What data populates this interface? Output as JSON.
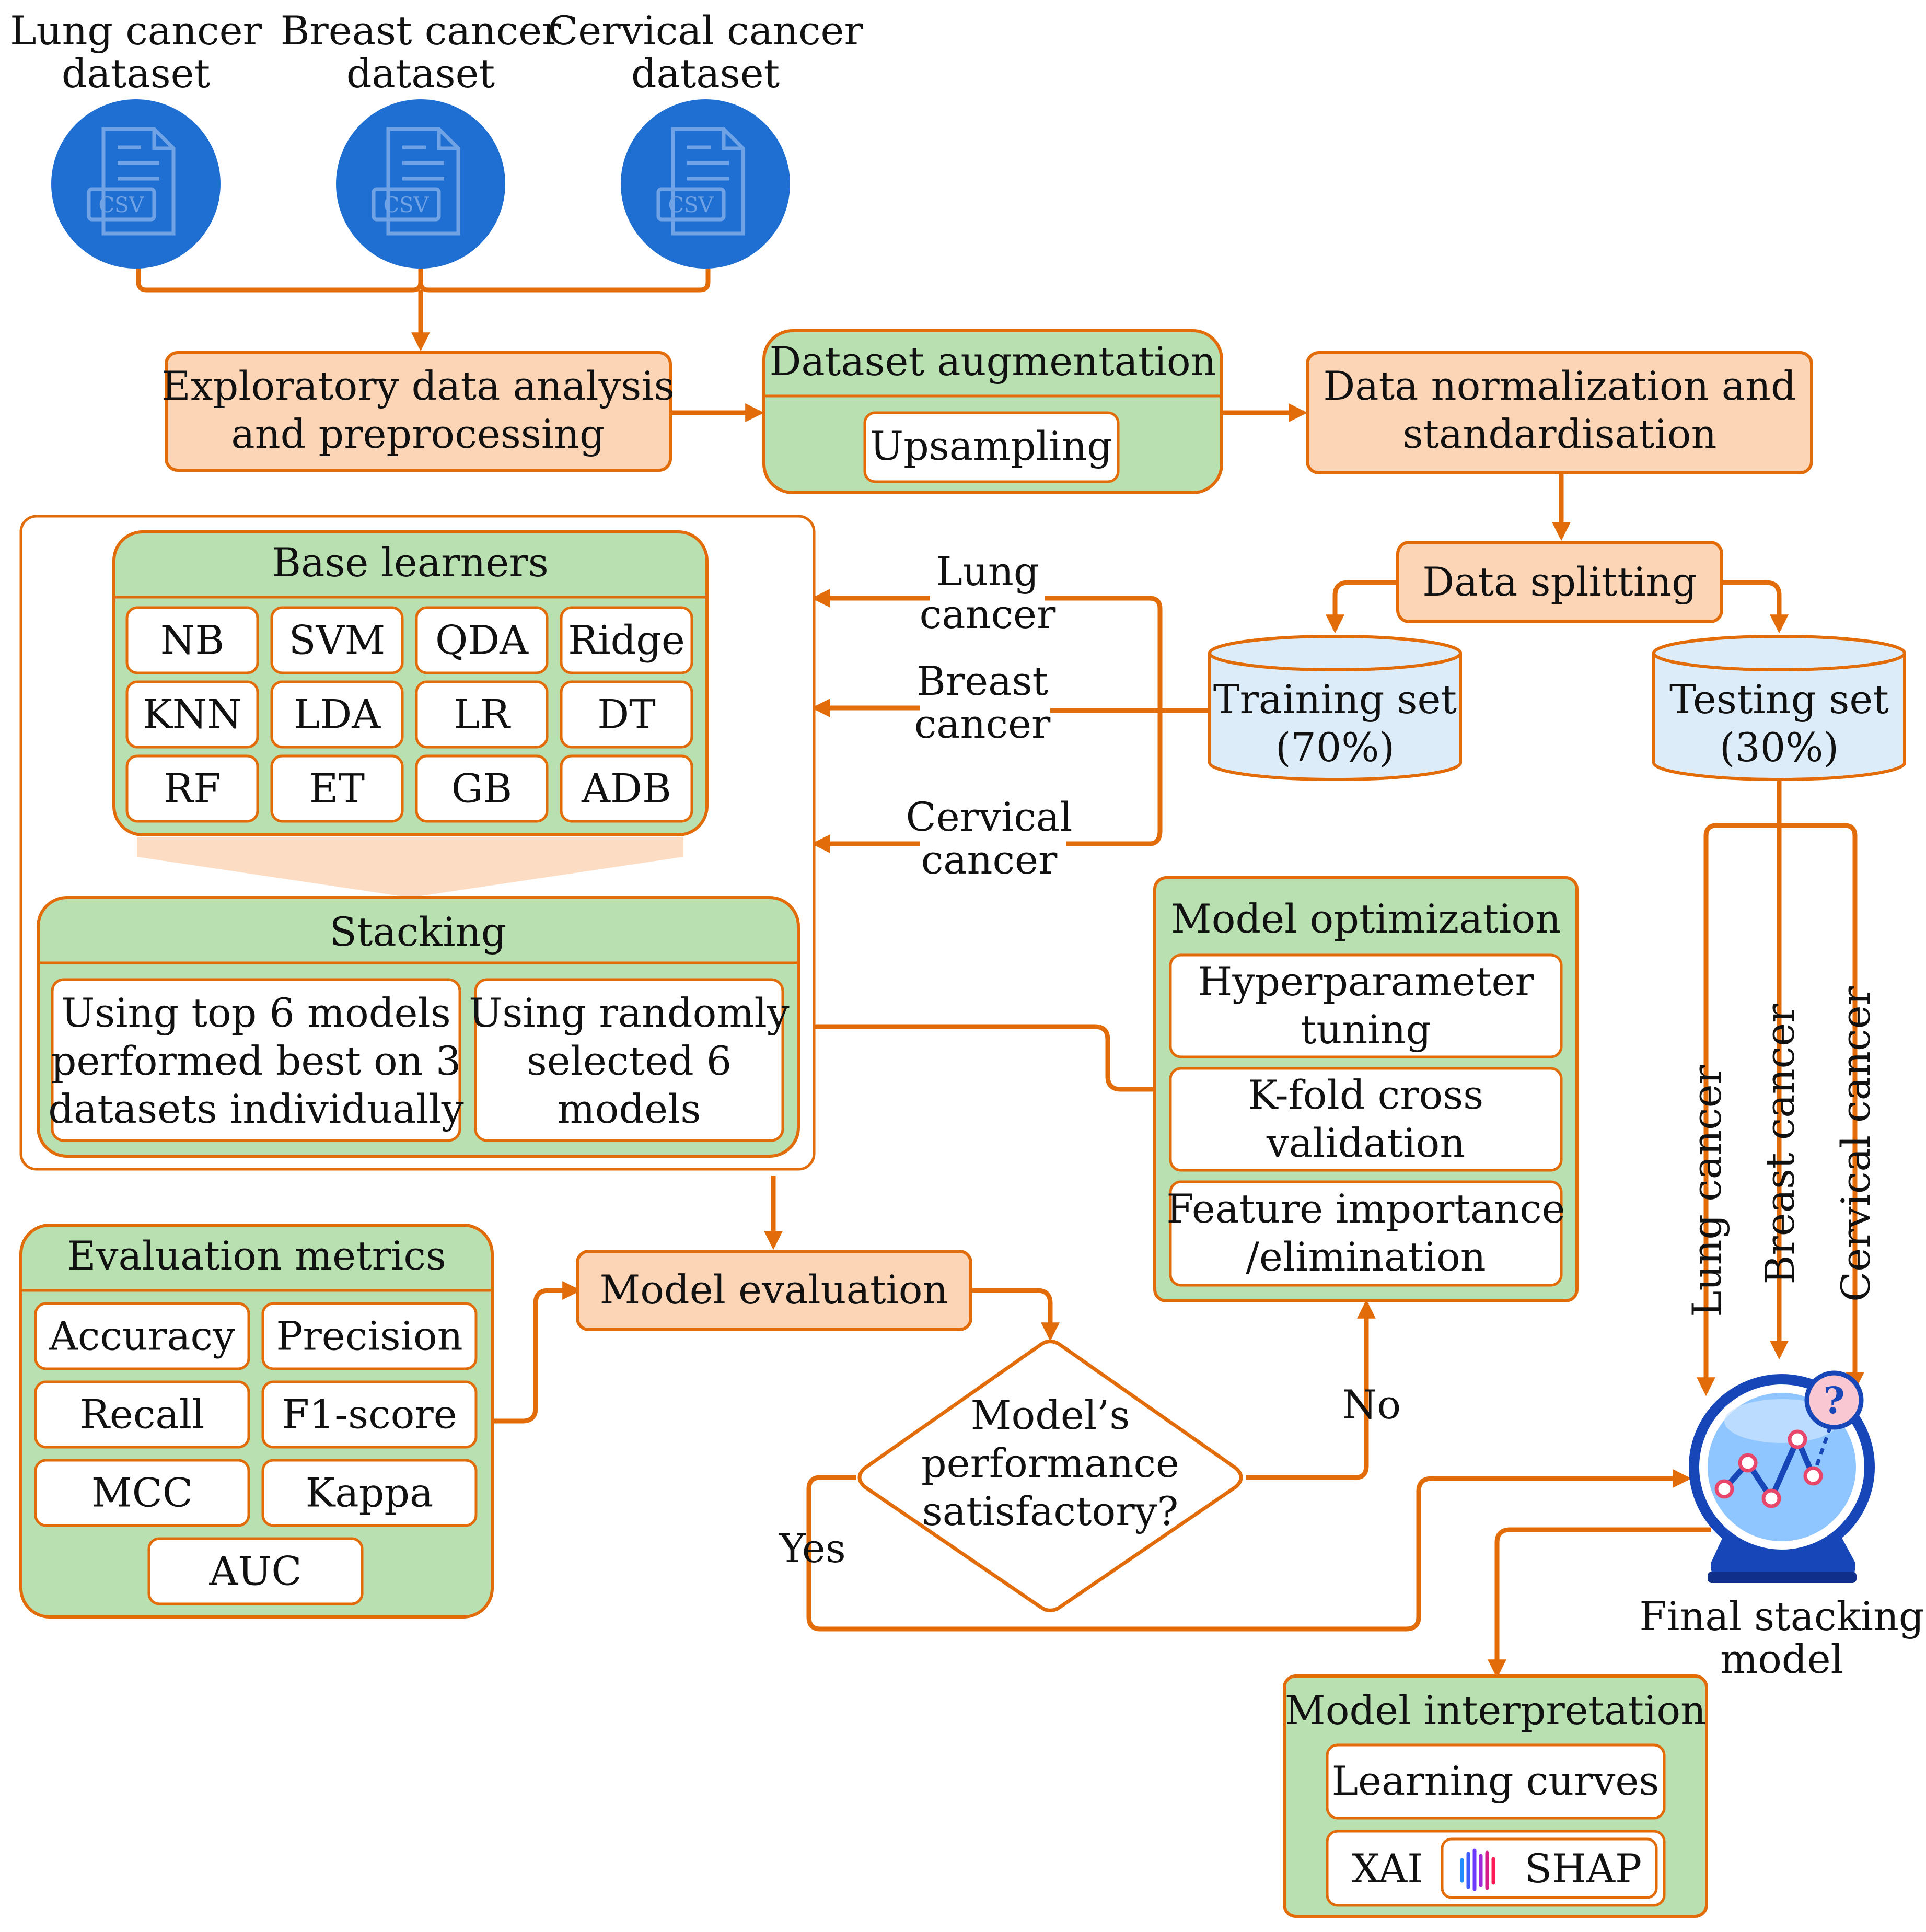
{
  "colors": {
    "orange_stroke": "#e36c0a",
    "orange_fill": "#fbd5b5",
    "green_fill": "#b9e0b1",
    "blue_circle": "#1f6fd2",
    "cyl_fill": "#dcecf8",
    "white": "#ffffff"
  },
  "datasets": {
    "lung": [
      "Lung cancer",
      "dataset"
    ],
    "breast": [
      "Breast cancer",
      "dataset"
    ],
    "cervical": [
      "Cervical cancer",
      "dataset"
    ],
    "icon": "csv-file-icon",
    "icon_text": "CSV"
  },
  "eda": [
    "Exploratory data analysis",
    "and preprocessing"
  ],
  "augmentation": {
    "title": "Dataset augmentation",
    "item": "Upsampling"
  },
  "normalization": [
    "Data normalization and",
    "standardisation"
  ],
  "splitting": "Data splitting",
  "training_set": [
    "Training set",
    "(70%)"
  ],
  "testing_set": [
    "Testing set",
    "(30%)"
  ],
  "branch_labels": {
    "lung": [
      "Lung",
      "cancer"
    ],
    "breast": [
      "Breast",
      "cancer"
    ],
    "cervical": [
      "Cervical",
      "cancer"
    ]
  },
  "base_learners": {
    "title": "Base learners",
    "models": [
      "NB",
      "SVM",
      "QDA",
      "Ridge",
      "KNN",
      "LDA",
      "LR",
      "DT",
      "RF",
      "ET",
      "GB",
      "ADB"
    ]
  },
  "stacking": {
    "title": "Stacking",
    "left": [
      "Using top 6 models",
      "performed best on 3",
      "datasets individually"
    ],
    "right": [
      "Using randomly",
      "selected 6",
      "models"
    ]
  },
  "model_optimization": {
    "title": "Model optimization",
    "items": [
      [
        "Hyperparameter",
        "tuning"
      ],
      [
        "K-fold cross",
        "validation"
      ],
      [
        "Feature importance",
        "/elimination"
      ]
    ]
  },
  "evaluation_metrics": {
    "title": "Evaluation metrics",
    "items": [
      "Accuracy",
      "Precision",
      "Recall",
      "F1-score",
      "MCC",
      "Kappa",
      "AUC"
    ]
  },
  "model_evaluation": "Model evaluation",
  "decision": {
    "lines": [
      "Model’s",
      "performance",
      "satisfactory?"
    ],
    "yes": "Yes",
    "no": "No"
  },
  "test_branches": [
    "Lung cancer",
    "Breast cancer",
    "Cervical cancer"
  ],
  "final_model": {
    "label": [
      "Final stacking",
      "model"
    ],
    "icon": "crystal-ball-chart-icon",
    "badge": "?"
  },
  "interpretation": {
    "title": "Model interpretation",
    "learning_curves": "Learning curves",
    "xai": "XAI",
    "shap": "SHAP",
    "shap_icon": "shap-logo-icon"
  }
}
